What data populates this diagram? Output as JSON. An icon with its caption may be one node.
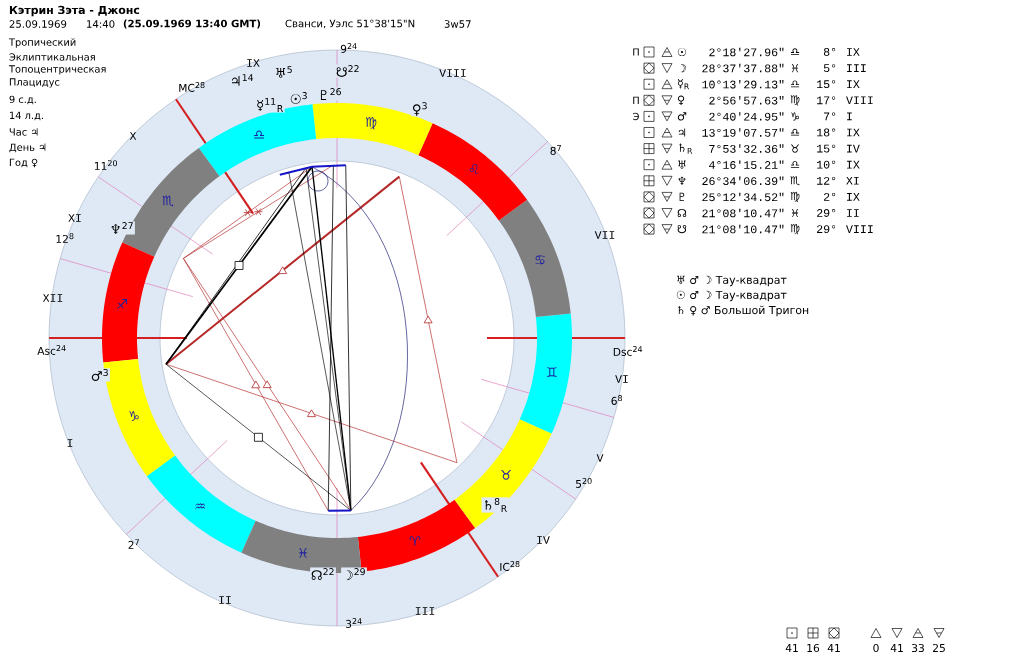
{
  "diagram": {
    "title": "Кэтрин Зэта - Джонс",
    "nodes": [
      {
        "text": [
          "♈"
        ]
      },
      {
        "text": [
          "♉"
        ]
      },
      {
        "text": [
          "♊"
        ]
      },
      {
        "text": [
          "♋"
        ]
      },
      {
        "text": [
          "♌"
        ]
      },
      {
        "text": [
          "♍"
        ]
      },
      {
        "text": [
          "♎"
        ]
      },
      {
        "text": [
          "♏"
        ]
      },
      {
        "text": [
          "♐"
        ]
      },
      {
        "text": [
          "♑"
        ]
      },
      {
        "text": [
          "♒"
        ]
      },
      {
        "text": [
          "♓"
        ]
      }
    ],
    "labels": [
      "25.09.1969",
      "14:40",
      "(25.09.1969 13:40 GMT)",
      "Сванси, Уэлс 51°38'15\"N",
      "3w57",
      "Тропический",
      "Эклиптикальная",
      "Топоцентрическая",
      "Плацидус",
      "9 с.д.",
      "14 л.д.",
      "Час ♃",
      "День ♃",
      "Год ♀",
      "9$^{24}$",
      "♃$^{14}$",
      "IX",
      "♅$^{5}$",
      "☋$^{22}$",
      "VIII",
      "MC$^{28}$",
      "☿$^{11}$$_{R}$",
      "☉$^{3}$",
      "♇$^{26}$",
      "♀$^{3}$",
      "X",
      "8$^{7}$",
      "11$^{20}$",
      "12$^{8}$",
      "XI",
      "♆$^{27}$",
      "VII",
      "XII",
      "Asc$^{24}$",
      "Dsc$^{24}$",
      "♂$^{3}$",
      "VI",
      "6$^{8}$",
      "I",
      "V",
      "5$^{20}$",
      "♄$^{8}$$_{R}$",
      "2$^{7}$",
      "IV",
      "☊$^{22}$",
      "☽$^{29}$",
      "IC$^{28}$",
      "II",
      "III",
      "3$^{24}$",
      "П",
      "☉",
      "2°18'27.96\"",
      "♎",
      "8°",
      "IX",
      "☽",
      "28°37'37.88\"",
      "♓",
      "5°",
      "III",
      "☿$_{R}$",
      "10°13'29.13\"",
      "♎",
      "15°",
      "IX",
      "П",
      "♀",
      "2°56'57.63\"",
      "♍",
      "17°",
      "VIII",
      "Э",
      "♂",
      "2°40'24.95\"",
      "♑",
      "7°",
      "I",
      "♃",
      "13°19'07.57\"",
      "♎",
      "18°",
      "IX",
      "♄$_{R}$",
      "7°53'32.36\"",
      "♉",
      "15°",
      "IV",
      "♅",
      "4°16'15.21\"",
      "♎",
      "10°",
      "IX",
      "♆",
      "26°34'06.39\"",
      "♏",
      "12°",
      "XI",
      "♇",
      "25°12'34.52\"",
      "♍",
      "2°",
      "IX",
      "☊",
      "21°08'10.47\"",
      "♓",
      "29°",
      "II",
      "☋",
      "21°08'10.47\"",
      "♍",
      "29°",
      "VIII",
      "♅ ♂ ☽ Тау-квадрат",
      "☉ ♂ ☽ Тау-квадрат",
      "♄ ♀ ♂ Большой Тригон",
      "41",
      "16",
      "41",
      "0",
      "41",
      "33",
      "25"
    ]
  }
}
